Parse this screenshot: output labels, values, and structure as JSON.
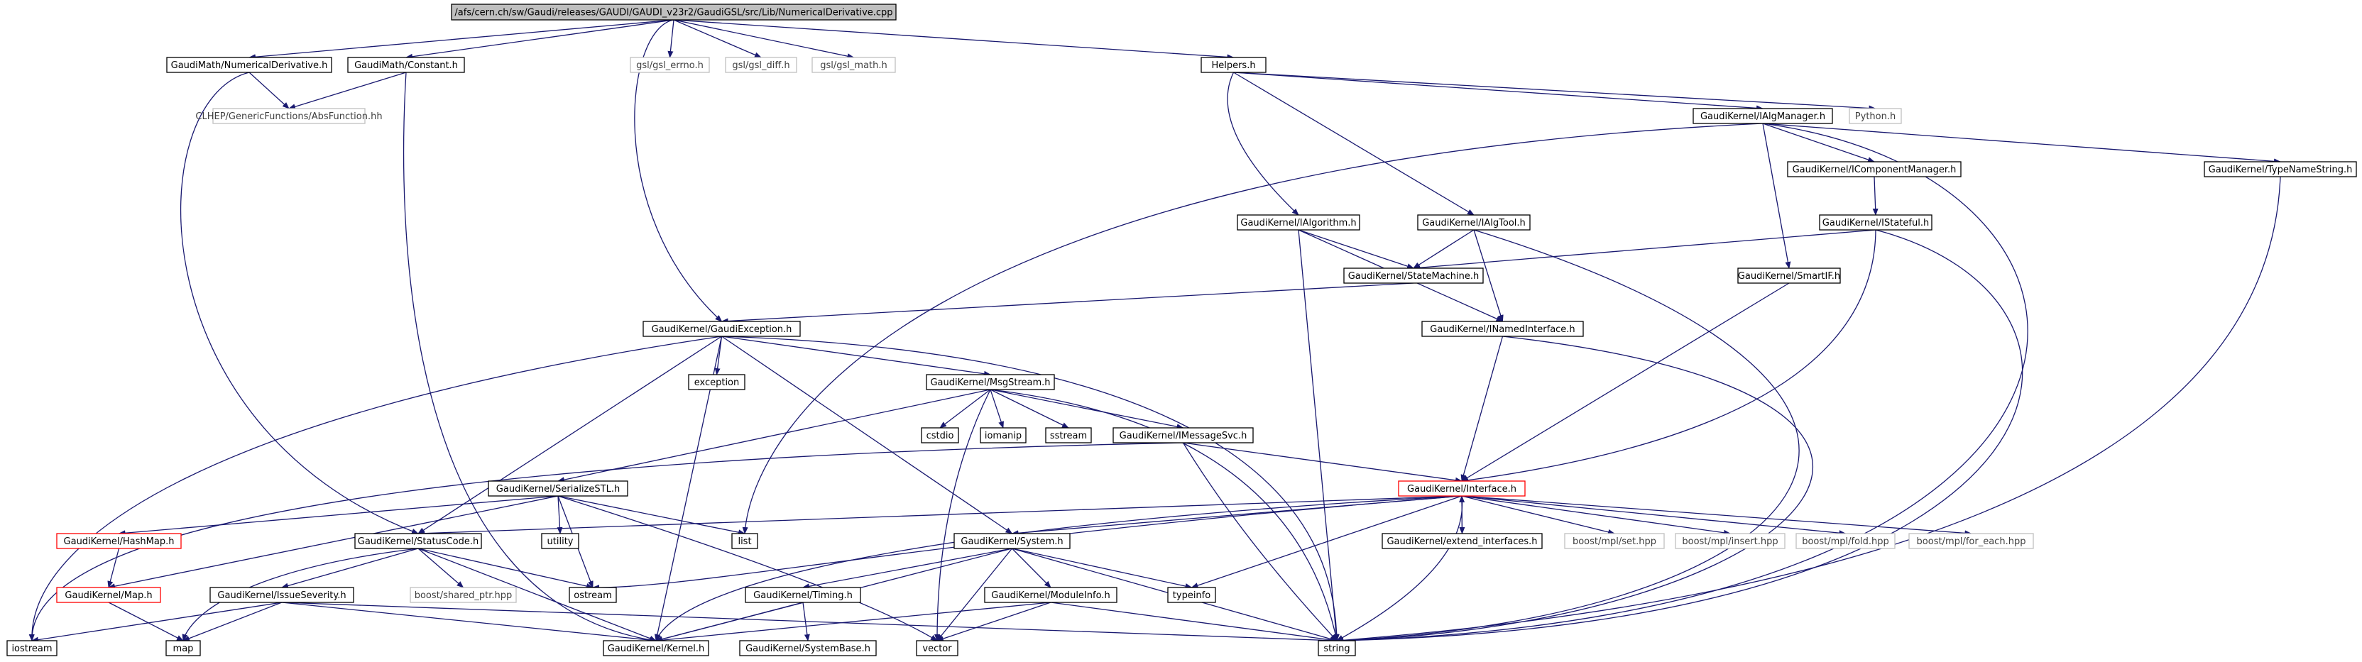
{
  "colors": {
    "edge": "#191970",
    "box": "#000000",
    "external": "#bfbfbf",
    "incomplete": "#ff0000",
    "root_fill": "#bfbfbf"
  },
  "nodes": {
    "root": "/afs/cern.ch/sw/Gaudi/releases/GAUDI/GAUDI_v23r2/GaudiGSL/src/Lib/NumericalDerivative.cpp",
    "numderiv": "GaudiMath/NumericalDerivative.h",
    "constant": "GaudiMath/Constant.h",
    "gsl_errno": "gsl/gsl_errno.h",
    "gsl_diff": "gsl/gsl_diff.h",
    "gsl_math": "gsl/gsl_math.h",
    "helpers": "Helpers.h",
    "absfunction": "CLHEP/GenericFunctions/AbsFunction.hh",
    "ialgmanager": "GaudiKernel/IAlgManager.h",
    "python": "Python.h",
    "icomponentmanager": "GaudiKernel/IComponentManager.h",
    "typenamestring": "GaudiKernel/TypeNameString.h",
    "ialgorithm": "GaudiKernel/IAlgorithm.h",
    "ialgtool": "GaudiKernel/IAlgTool.h",
    "istateful": "GaudiKernel/IStateful.h",
    "statemachine": "GaudiKernel/StateMachine.h",
    "smartif": "GaudiKernel/SmartIF.h",
    "gaudiexception": "GaudiKernel/GaudiException.h",
    "inamedinterface": "GaudiKernel/INamedInterface.h",
    "exception": "exception",
    "msgstream": "GaudiKernel/MsgStream.h",
    "cstdio": "cstdio",
    "iomanip": "iomanip",
    "sstream": "sstream",
    "imessagesvc": "GaudiKernel/IMessageSvc.h",
    "serializestl": "GaudiKernel/SerializeSTL.h",
    "interface": "GaudiKernel/Interface.h",
    "hashmap": "GaudiKernel/HashMap.h",
    "utility": "utility",
    "list": "list",
    "statuscode": "GaudiKernel/StatusCode.h",
    "system": "GaudiKernel/System.h",
    "extend_interfaces": "GaudiKernel/extend_interfaces.h",
    "mpl_set": "boost/mpl/set.hpp",
    "mpl_insert": "boost/mpl/insert.hpp",
    "mpl_fold": "boost/mpl/fold.hpp",
    "mpl_for_each": "boost/mpl/for_each.hpp",
    "map_h": "GaudiKernel/Map.h",
    "shared_ptr": "boost/shared_ptr.hpp",
    "ostream": "ostream",
    "typeinfo": "typeinfo",
    "issueseverity": "GaudiKernel/IssueSeverity.h",
    "timing": "GaudiKernel/Timing.h",
    "moduleinfo": "GaudiKernel/ModuleInfo.h",
    "iostream": "iostream",
    "map": "map",
    "kernel": "GaudiKernel/Kernel.h",
    "systembase": "GaudiKernel/SystemBase.h",
    "vector": "vector",
    "string": "string"
  }
}
